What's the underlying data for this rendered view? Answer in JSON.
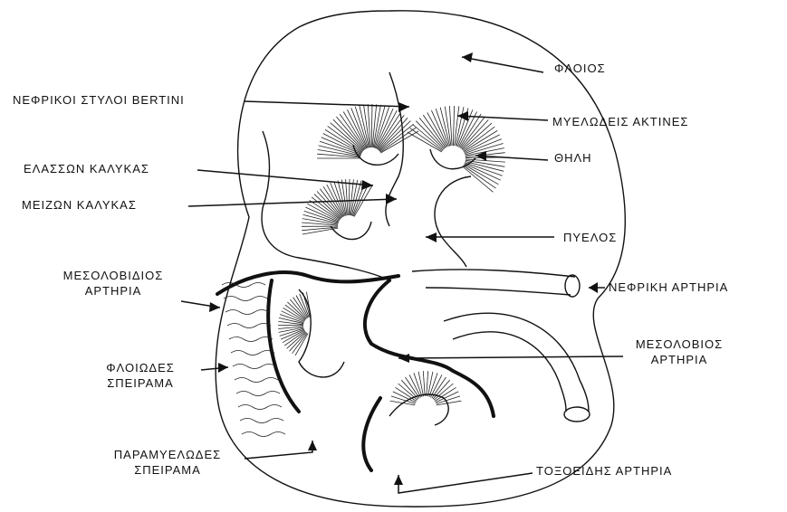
{
  "labels": {
    "floios": "ΦΛΟΙΟΣ",
    "styloi": "ΝΕΦΡΙΚΟΙ ΣΤΥΛΟΙ BERTINI",
    "aktines": "ΜΥΕΛΩΔΕΙΣ ΑΚΤΙΝΕΣ",
    "thili": "ΘΗΛΗ",
    "elasson": "ΕΛΑΣΣΩΝ ΚΑΛΥΚΑΣ",
    "meizon": "ΜΕΙΖΩΝ ΚΑΛΥΚΑΣ",
    "pyelos": "ΠΥΕΛΟΣ",
    "mesolobidios_1": "ΜΕΣΟΛΟΒΙΔΙΟΣ",
    "mesolobidios_2": "ΑΡΤΗΡΙΑ",
    "nefriki": "ΝΕΦΡΙΚΗ ΑΡΤΗΡΙΑ",
    "mesolobios_1": "ΜΕΣΟΛΟΒΙΟΣ",
    "mesolobios_2": "ΑΡΤΗΡΙΑ",
    "floiodes_1": "ΦΛΟΙΩΔΕΣ",
    "floiodes_2": "ΣΠΕΙΡΑΜΑ",
    "paramyelodes_1": "ΠΑΡΑΜΥΕΛΩΔΕΣ",
    "paramyelodes_2": "ΣΠΕΙΡΑΜΑ",
    "toxoeidis": "ΤΟΞΟΕΙΔΗΣ ΑΡΤΗΡΙΑ"
  }
}
